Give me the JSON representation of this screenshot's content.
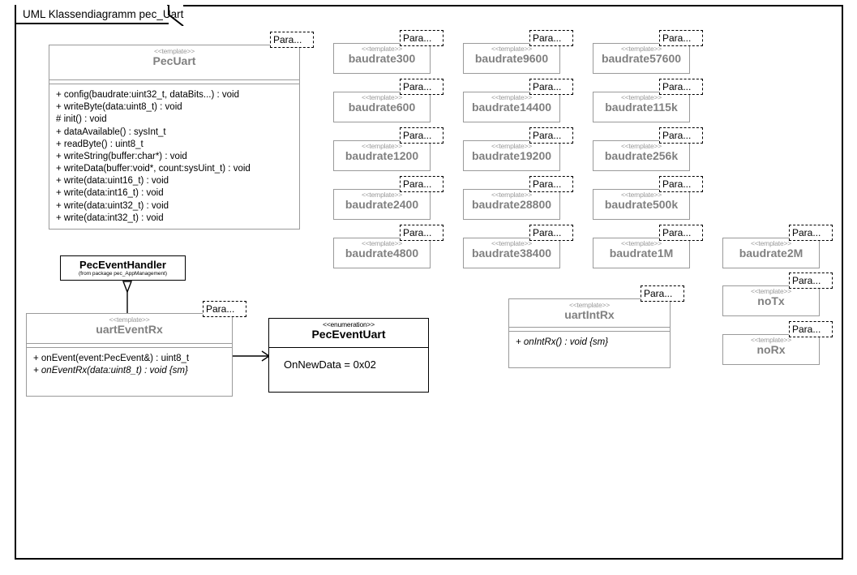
{
  "diagram": {
    "title": "UML Klassendiagramm pec_Uart",
    "frame_color": "#000000",
    "class_border_color": "#9a9a9a",
    "class_name_color": "#808080",
    "template_tab_label": "Para..."
  },
  "stereotypes": {
    "template": "<<template>>",
    "enumeration": "<<enumeration>>"
  },
  "classes": {
    "pec_uart": {
      "stereotype": "<<template>>",
      "name": "PecUart",
      "operations": [
        "+ config(baudrate:uint32_t, dataBits...) : void",
        "+ writeByte(data:uint8_t) : void",
        "# init() : void",
        "+ dataAvailable() : sysInt_t",
        "+ readByte() : uint8_t",
        "+ writeString(buffer:char*) : void",
        "+ writeData(buffer:void*, count:sysUint_t) : void",
        "+ write(data:uint16_t) : void",
        "+ write(data:int16_t) : void",
        "+ write(data:uint32_t) : void",
        "+ write(data:int32_t) : void"
      ]
    },
    "pec_event_handler": {
      "name": "PecEventHandler",
      "package": "(from package pec_AppManagement)"
    },
    "uart_event_rx": {
      "stereotype": "<<template>>",
      "name": "uartEventRx",
      "operations": [
        {
          "text": "+ onEvent(event:PecEvent&) : uint8_t",
          "italic": false
        },
        {
          "text": "+ onEventRx(data:uint8_t) : void {sm}",
          "italic": true
        }
      ]
    },
    "pec_event_uart": {
      "stereotype": "<<enumeration>>",
      "name": "PecEventUart",
      "literals": [
        "OnNewData = 0x02"
      ]
    },
    "uart_int_rx": {
      "stereotype": "<<template>>",
      "name": "uartIntRx",
      "operations": [
        {
          "text": "+ onIntRx() : void {sm}",
          "italic": true
        }
      ]
    }
  },
  "baudrates": [
    {
      "id": "baudrate300",
      "name": "baudrate300",
      "col": 0,
      "row": 0
    },
    {
      "id": "baudrate600",
      "name": "baudrate600",
      "col": 0,
      "row": 1
    },
    {
      "id": "baudrate1200",
      "name": "baudrate1200",
      "col": 0,
      "row": 2
    },
    {
      "id": "baudrate2400",
      "name": "baudrate2400",
      "col": 0,
      "row": 3
    },
    {
      "id": "baudrate4800",
      "name": "baudrate4800",
      "col": 0,
      "row": 4
    },
    {
      "id": "baudrate9600",
      "name": "baudrate9600",
      "col": 1,
      "row": 0
    },
    {
      "id": "baudrate14400",
      "name": "baudrate14400",
      "col": 1,
      "row": 1
    },
    {
      "id": "baudrate19200",
      "name": "baudrate19200",
      "col": 1,
      "row": 2
    },
    {
      "id": "baudrate28800",
      "name": "baudrate28800",
      "col": 1,
      "row": 3
    },
    {
      "id": "baudrate38400",
      "name": "baudrate38400",
      "col": 1,
      "row": 4
    },
    {
      "id": "baudrate57600",
      "name": "baudrate57600",
      "col": 2,
      "row": 0
    },
    {
      "id": "baudrate115k",
      "name": "baudrate115k",
      "col": 2,
      "row": 1
    },
    {
      "id": "baudrate256k",
      "name": "baudrate256k",
      "col": 2,
      "row": 2
    },
    {
      "id": "baudrate500k",
      "name": "baudrate500k",
      "col": 2,
      "row": 3
    },
    {
      "id": "baudrate1M",
      "name": "baudrate1M",
      "col": 2,
      "row": 4
    },
    {
      "id": "baudrate2M",
      "name": "baudrate2M",
      "col": 3,
      "row": 4
    }
  ],
  "pin_classes": [
    {
      "id": "noTx",
      "name": "noTx"
    },
    {
      "id": "noRx",
      "name": "noRx"
    }
  ]
}
